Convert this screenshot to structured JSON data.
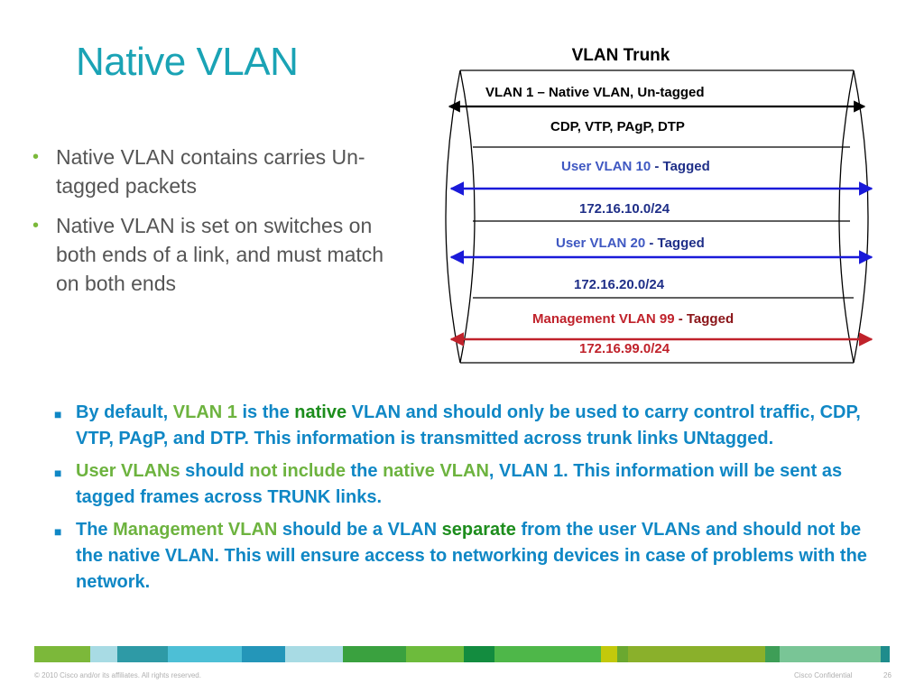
{
  "title": "Native VLAN",
  "bullets": [
    "Native VLAN contains  carries Un-tagged packets",
    "Native VLAN is set on switches on both ends of a link, and must match on both ends"
  ],
  "diagram": {
    "heading": "VLAN Trunk",
    "native": "VLAN 1 – Native VLAN, Un-tagged",
    "protocols": "CDP, VTP, PAgP, DTP",
    "vlan10": {
      "prefix": "User VLAN 10 ",
      "suffix": "- Tagged",
      "subnet": "172.16.10.0/24"
    },
    "vlan20": {
      "prefix": "User VLAN 20 ",
      "suffix": "- Tagged",
      "subnet": "172.16.20.0/24"
    },
    "vlan99": {
      "prefix": "Management VLAN 99 ",
      "suffix": "- Tagged",
      "subnet": "172.16.99.0/24"
    },
    "colors": {
      "native": "#000000",
      "user": "#1a1ad9",
      "management": "#c0222b"
    }
  },
  "notes": {
    "n1": {
      "a": "By default, ",
      "b": "VLAN 1",
      "c": " is the ",
      "d": "native",
      "e": " VLAN and should only be used to carry control traffic, CDP, VTP, PAgP, and DTP.  This information is transmitted across trunk links UNtagged."
    },
    "n2": {
      "a": "User VLANs",
      "b": " should ",
      "c": "not include",
      "d": " the ",
      "e": "native VLAN",
      "f": ", VLAN 1.  This information will be sent as tagged frames across TRUNK links."
    },
    "n3": {
      "a": "The ",
      "b": "Management VLAN",
      "c": " should be a VLAN ",
      "d": "separate",
      "e": " from the user VLANs and should not be the native VLAN.  This will ensure access to networking devices in case of problems with the network."
    }
  },
  "footer": {
    "copyright": "© 2010 Cisco and/or its affiliates. All rights reserved.",
    "confidential": "Cisco Confidential",
    "page": "26"
  },
  "colors": {
    "title": "#1aa3b5",
    "bullet_text": "#555555",
    "note_blue": "#0f87c5",
    "note_green": "#6db33f",
    "note_darkgreen": "#1d8d1d"
  }
}
